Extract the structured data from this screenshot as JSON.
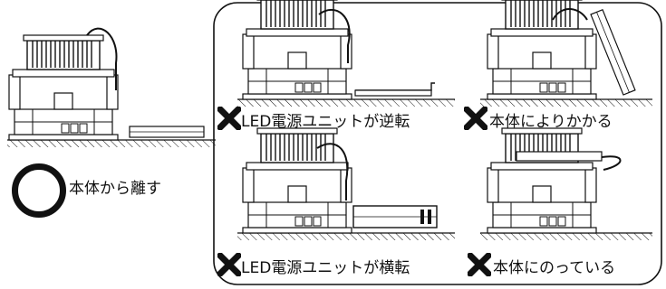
{
  "ok_case": {
    "symbol": "circle",
    "label": "本体から離す"
  },
  "ng_cases": [
    {
      "symbol": "cross",
      "label": "LED電源ユニットが逆転"
    },
    {
      "symbol": "cross",
      "label": "本体によりかかる"
    },
    {
      "symbol": "cross",
      "label": "LED電源ユニットが横転"
    },
    {
      "symbol": "cross",
      "label": "本体にのっている"
    }
  ]
}
